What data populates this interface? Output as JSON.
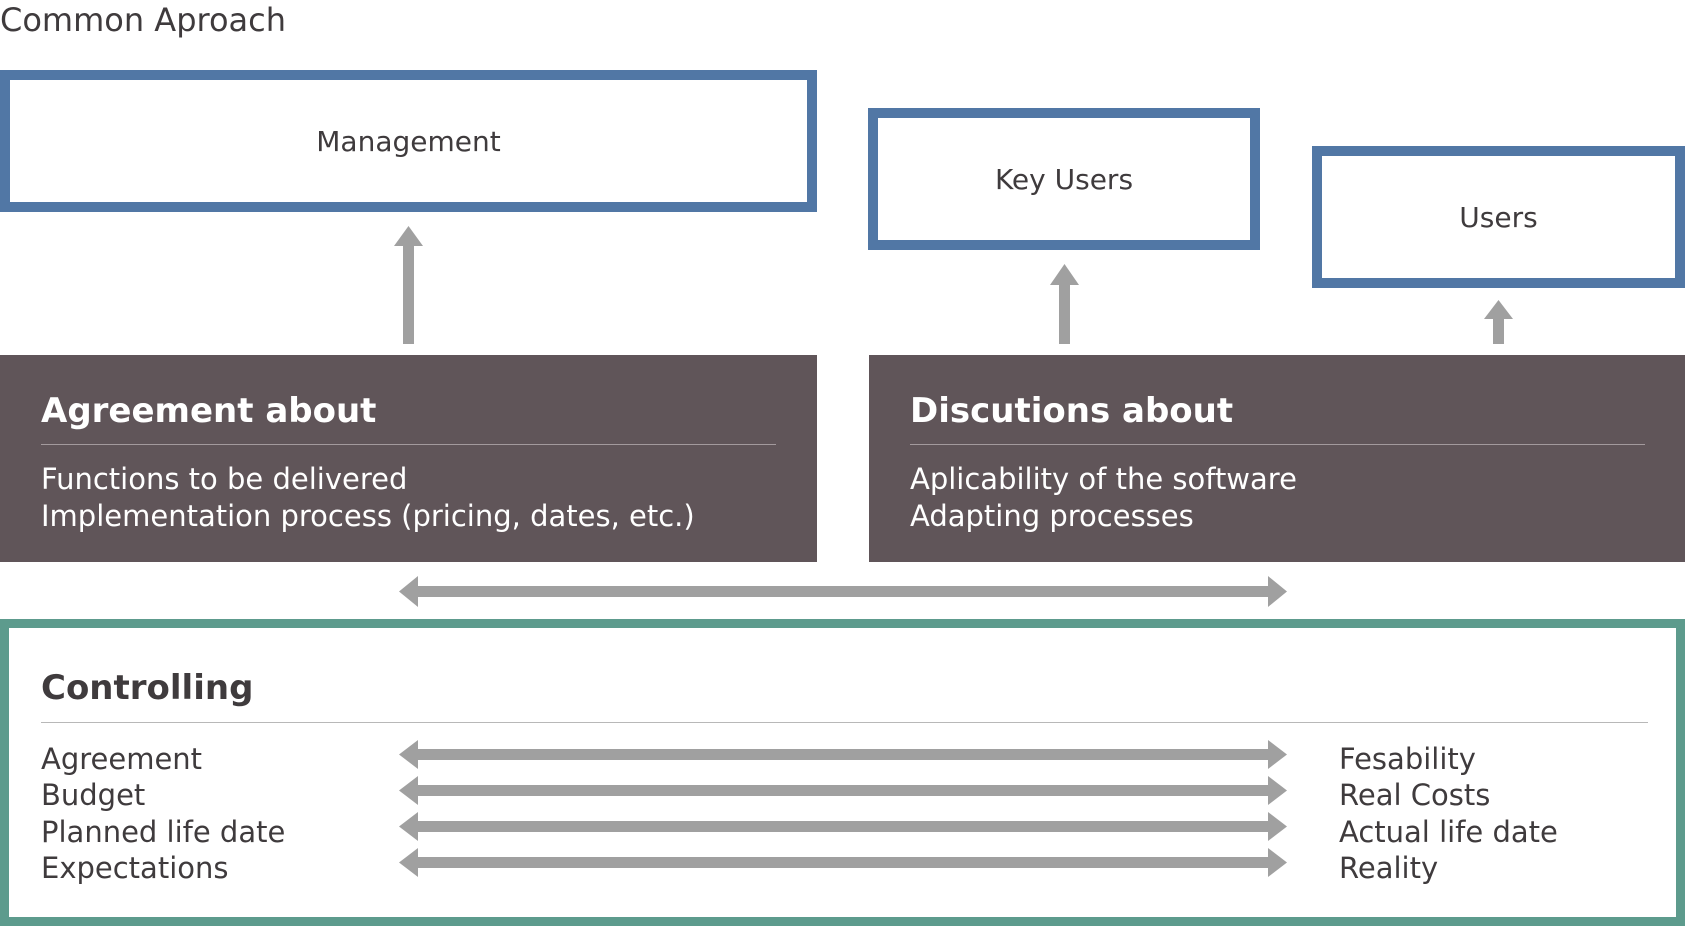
{
  "title": "Common Aproach",
  "roles": {
    "management": "Management",
    "key_users": "Key Users",
    "users": "Users"
  },
  "agreement": {
    "heading": "Agreement about",
    "lines": [
      "Functions to be delivered",
      "Implementation process (pricing, dates, etc.)"
    ]
  },
  "discussions": {
    "heading": "Discutions about",
    "lines": [
      "Aplicability of the software",
      "Adapting processes"
    ]
  },
  "controlling": {
    "heading": "Controlling",
    "left_items": [
      "Agreement",
      "Budget",
      "Planned life date",
      "Expectations"
    ],
    "right_items": [
      "Fesability",
      "Real Costs",
      "Actual life date",
      "Reality"
    ]
  },
  "colors": {
    "role_border": "#5177a5",
    "panel_fill": "#605559",
    "control_border": "#5d9b8d",
    "arrow": "#a0a0a0"
  }
}
